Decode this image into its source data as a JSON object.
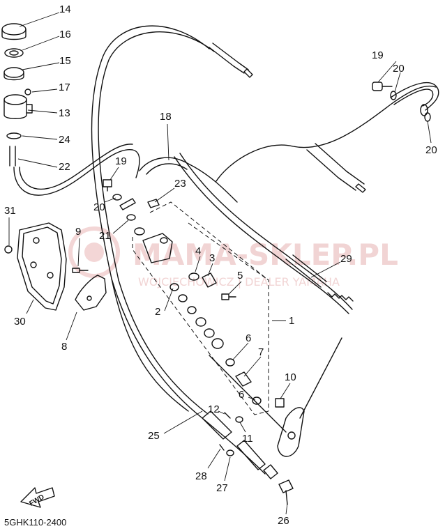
{
  "diagram": {
    "code": "5GHK110-2400",
    "watermark": {
      "main": "MAMA-SKLEP.PL",
      "sub": "WOJCIECHOWICZ | DEALER YAMAHA"
    },
    "fwd_label": "FWD",
    "callouts": [
      "1",
      "2",
      "3",
      "4",
      "5",
      "6",
      "6",
      "7",
      "8",
      "9",
      "10",
      "11",
      "12",
      "13",
      "14",
      "15",
      "16",
      "17",
      "18",
      "19",
      "19",
      "20",
      "20",
      "20",
      "21",
      "22",
      "23",
      "24",
      "25",
      "26",
      "27",
      "28",
      "29",
      "30",
      "31"
    ]
  }
}
